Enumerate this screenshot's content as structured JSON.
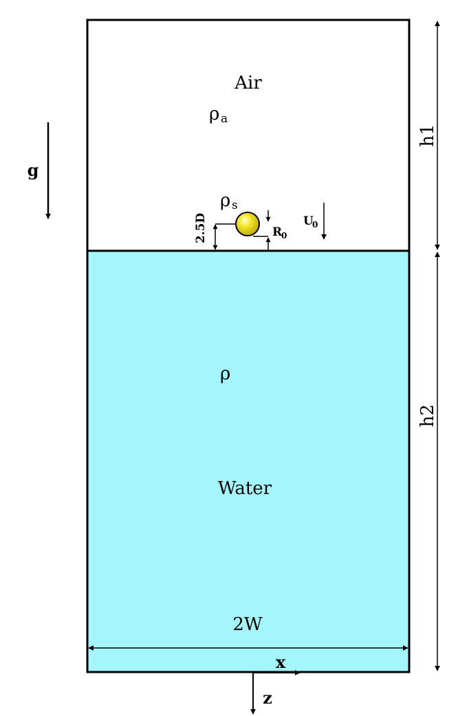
{
  "labels": {
    "air": "Air",
    "rho_air_main": "ρ",
    "rho_air_sub": "a",
    "rho_sphere_main": "ρ",
    "rho_sphere_sub": "s",
    "gravity": "g",
    "h1": "h1",
    "h2": "h2",
    "offset": "2.5D",
    "radius_main": "R",
    "radius_sub": "0",
    "velocity_main": "U",
    "velocity_sub": "0",
    "rho_water": "ρ",
    "water": "Water",
    "width": "2W",
    "x_axis": "x",
    "z_axis": "z"
  },
  "colors": {
    "air": "#ffffff",
    "water": "#a5f5fc",
    "sphere": "#f2e01a",
    "outline": "#000000"
  }
}
